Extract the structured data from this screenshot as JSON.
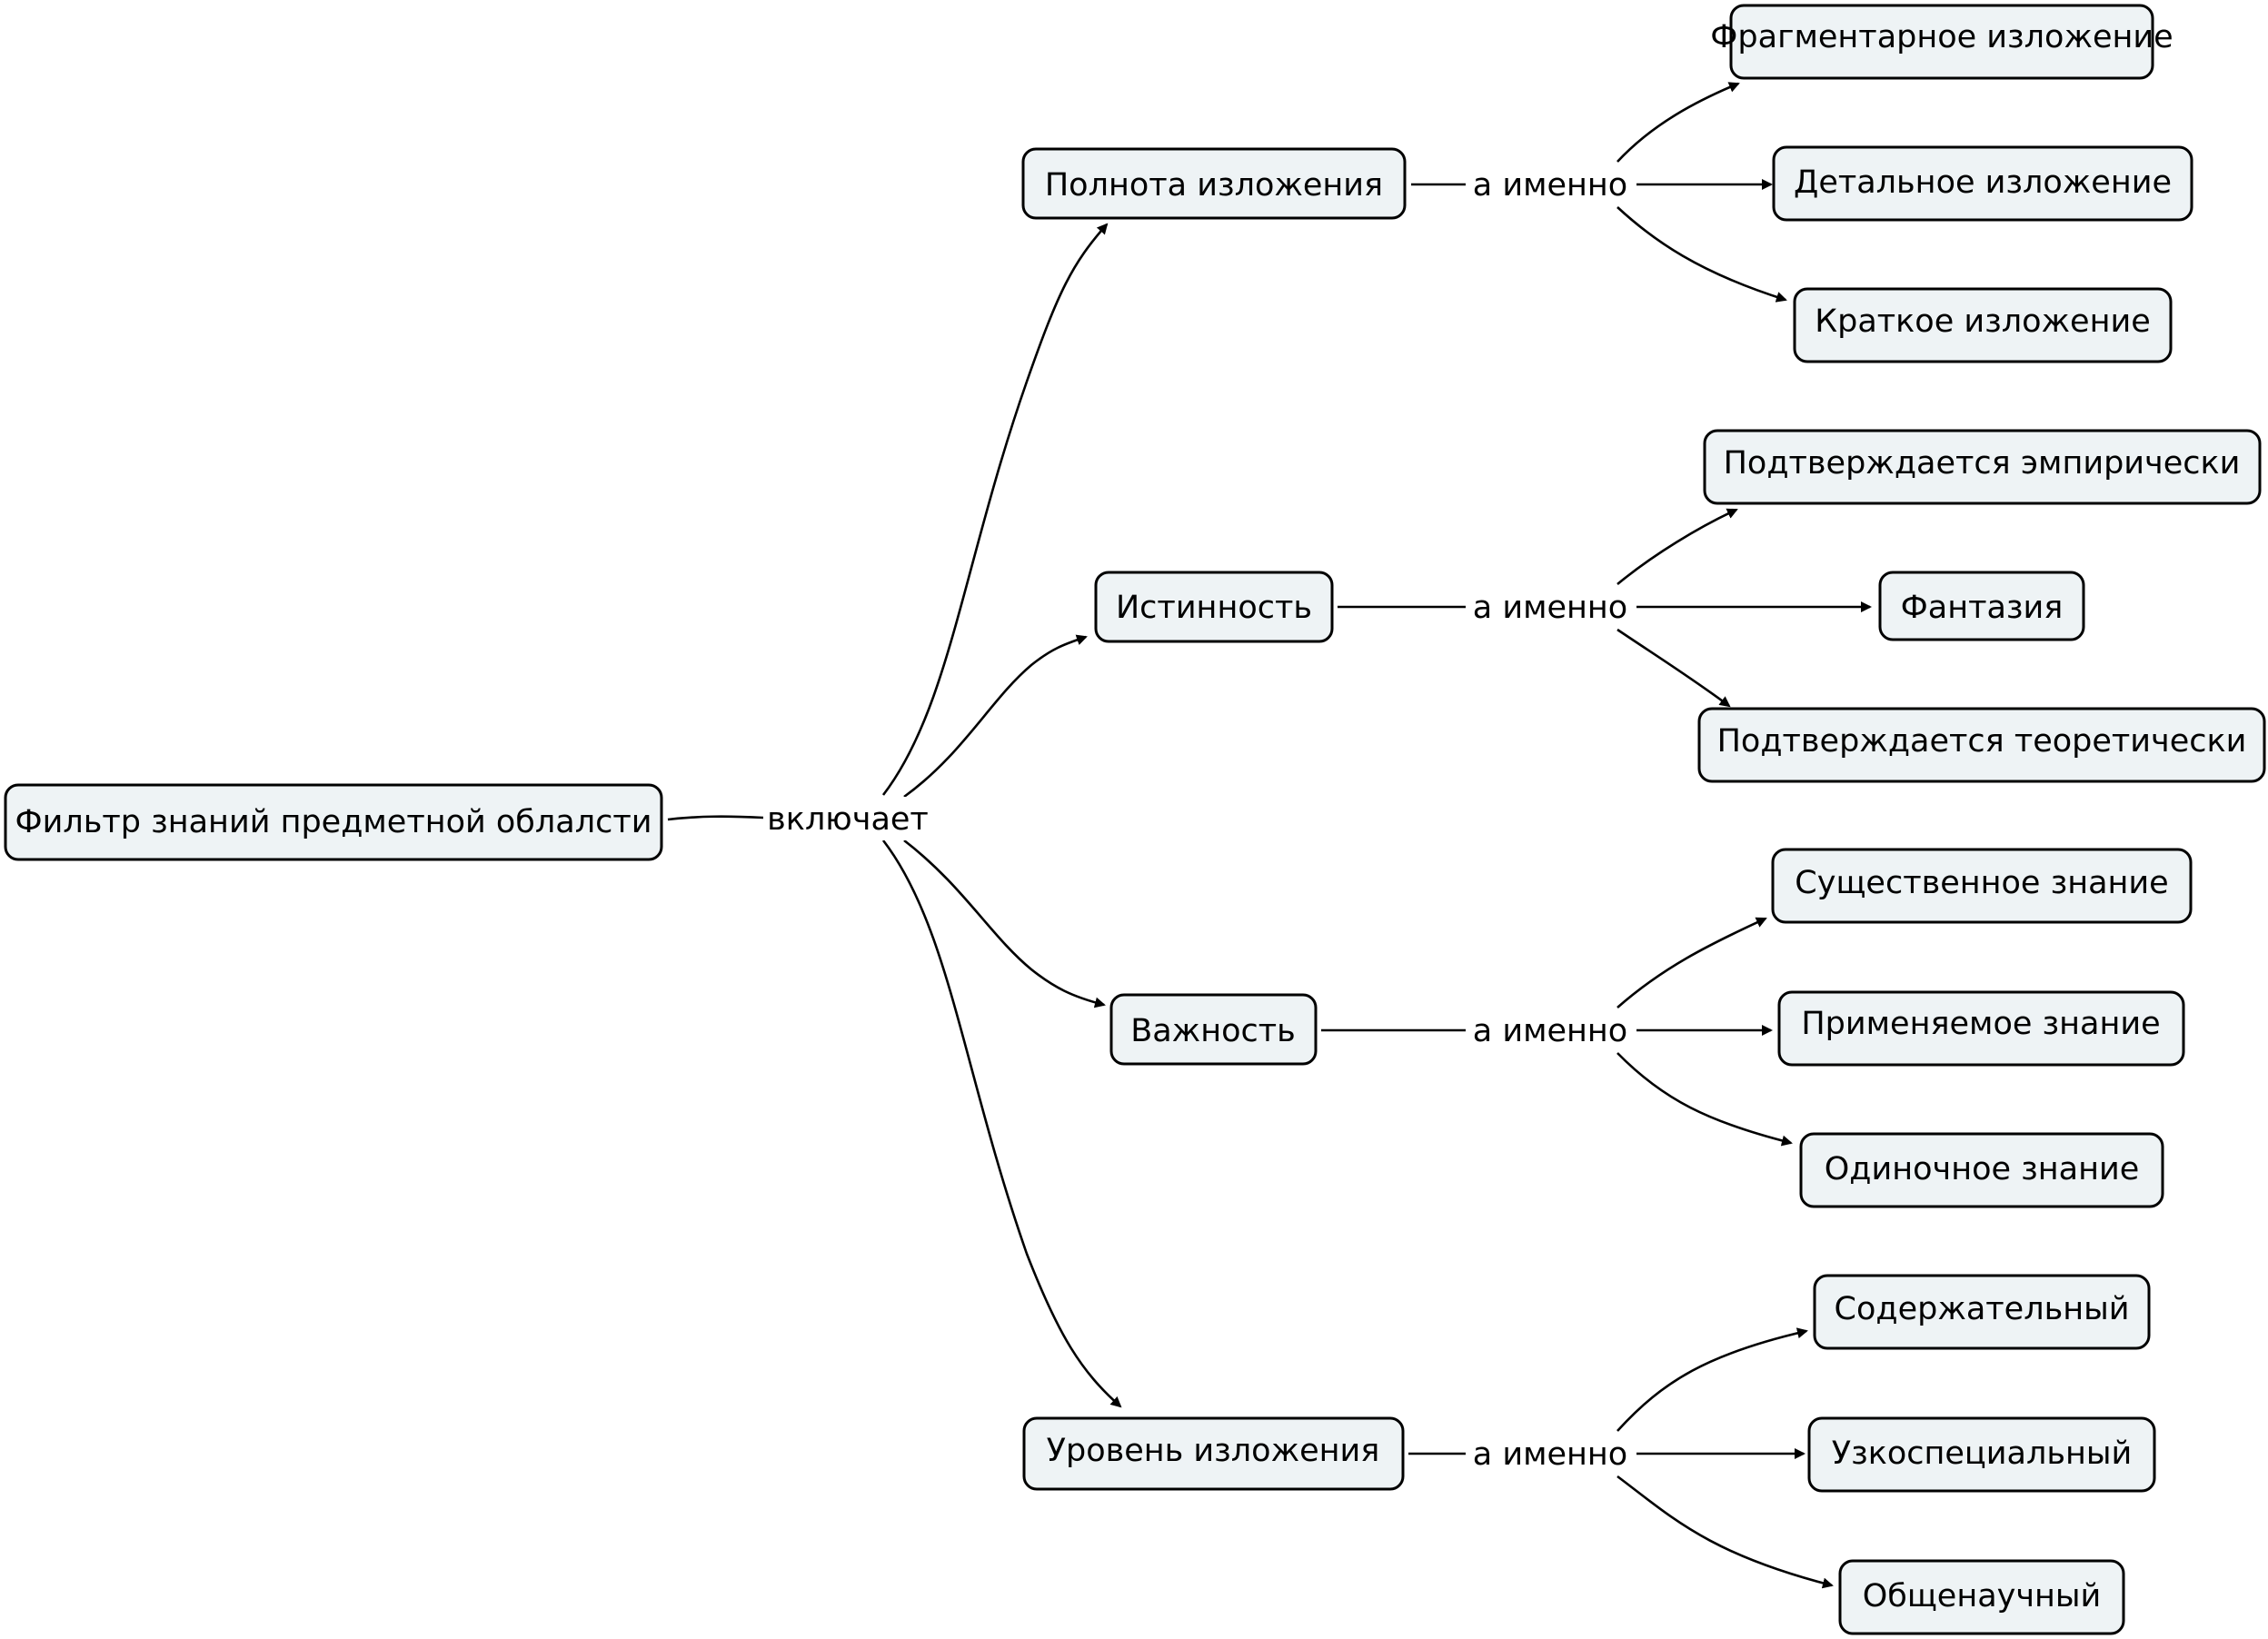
{
  "root": {
    "label": "Фильтр знаний предметной облалсти",
    "link": "включает"
  },
  "categories": [
    {
      "label": "Полнота изложения",
      "link": "а именно",
      "children": [
        "Фрагментарное изложение",
        "Детальное изложение",
        "Краткое изложение"
      ]
    },
    {
      "label": "Истинность",
      "link": "а именно",
      "children": [
        "Подтверждается эмпирически",
        "Фантазия",
        "Подтверждается теоретически"
      ]
    },
    {
      "label": "Важность",
      "link": "а именно",
      "children": [
        "Существенное знание",
        "Применяемое знание",
        "Одиночное знание"
      ]
    },
    {
      "label": "Уровень изложения",
      "link": "а именно",
      "children": [
        "Содержательный",
        "Узкоспециальный",
        "Общенаучный"
      ]
    }
  ]
}
